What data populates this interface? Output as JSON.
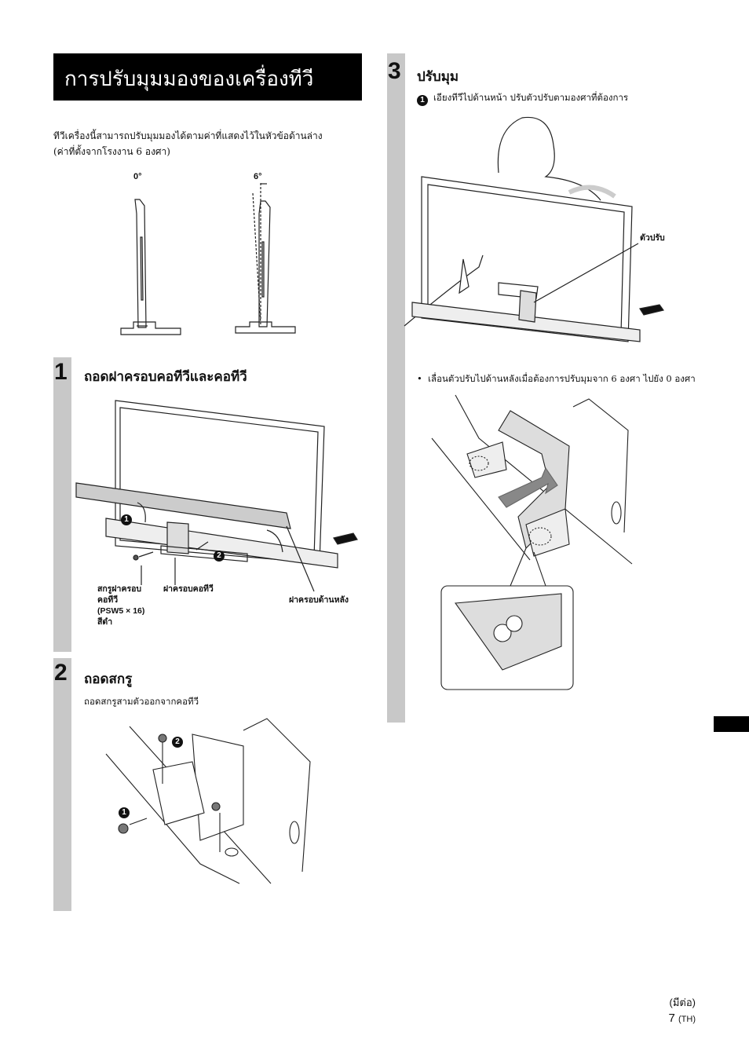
{
  "header": {
    "title": "การปรับมุมมองของเครื่องทีวี"
  },
  "intro": {
    "line1": "ทีวีเครื่องนี้สามารถปรับมุมมองได้ตามค่าที่แสดงไว้ในหัวข้อด้านล่าง",
    "line2": "(ค่าที่ตั้งจากโรงงาน 6 องศา)"
  },
  "angles": {
    "a0": "0°",
    "a6": "6°"
  },
  "step1": {
    "number": "1",
    "title": "ถอดฝาครอบคอทีวีและคอทีวี",
    "callout1": "1",
    "callout2": "2",
    "label_screw": [
      "สกรูฝาครอบ",
      "คอทีวี",
      "(PSW5 × 16)",
      "สีดำ"
    ],
    "label_neck_cover": "ฝาครอบคอทีวี",
    "label_rear_cover": "ฝาครอบด้านหลัง"
  },
  "step2": {
    "number": "2",
    "title": "ถอดสกรู",
    "desc": "ถอดสกรูสามตัวออกจากคอทีวี",
    "callout1": "1",
    "callout2": "2"
  },
  "step3": {
    "number": "3",
    "title": "ปรับมุม",
    "callout1": "1",
    "instruction": "เอียงทีวีไปด้านหน้า ปรับตัวปรับตามองศาที่ต้องการ",
    "label_adjuster": "ตัวปรับ",
    "bullet": "เลื่อนตัวปรับไปด้านหลังเมื่อต้องการปรับมุมจาก 6 องศา ไปยัง 0 องศา"
  },
  "footer": {
    "continued": "(มีต่อ)",
    "page": "7",
    "lang": "(TH)"
  }
}
